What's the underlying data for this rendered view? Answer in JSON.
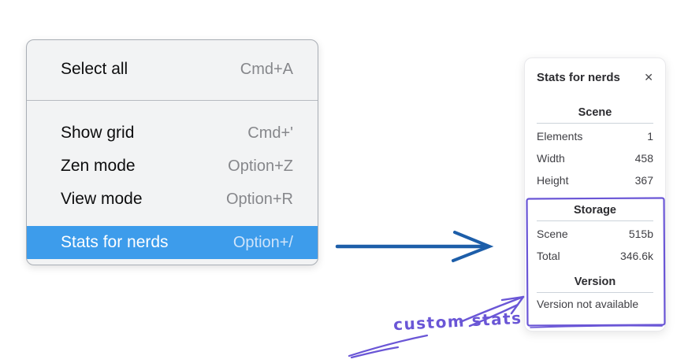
{
  "menu": {
    "items": [
      {
        "label": "Select all",
        "shortcut": "Cmd+A"
      },
      {
        "label": "Show grid",
        "shortcut": "Cmd+'"
      },
      {
        "label": "Zen mode",
        "shortcut": "Option+Z"
      },
      {
        "label": "View mode",
        "shortcut": "Option+R"
      },
      {
        "label": "Stats for nerds",
        "shortcut": "Option+/"
      }
    ],
    "highlighted_item": "Stats for nerds",
    "highlight_color": "#3d9ceb"
  },
  "stats_panel": {
    "title": "Stats for nerds",
    "close_icon": "✕",
    "scene": {
      "header": "Scene",
      "rows": [
        {
          "label": "Elements",
          "value": "1"
        },
        {
          "label": "Width",
          "value": "458"
        },
        {
          "label": "Height",
          "value": "367"
        }
      ]
    },
    "storage": {
      "header": "Storage",
      "rows": [
        {
          "label": "Scene",
          "value": "515b"
        },
        {
          "label": "Total",
          "value": "346.6k"
        }
      ]
    },
    "version": {
      "header": "Version",
      "note": "Version not available"
    }
  },
  "annotations": {
    "custom_stats_label": "custom stats",
    "annotation_color": "#6a56d6",
    "arrow_color": "#1d5ea9"
  }
}
